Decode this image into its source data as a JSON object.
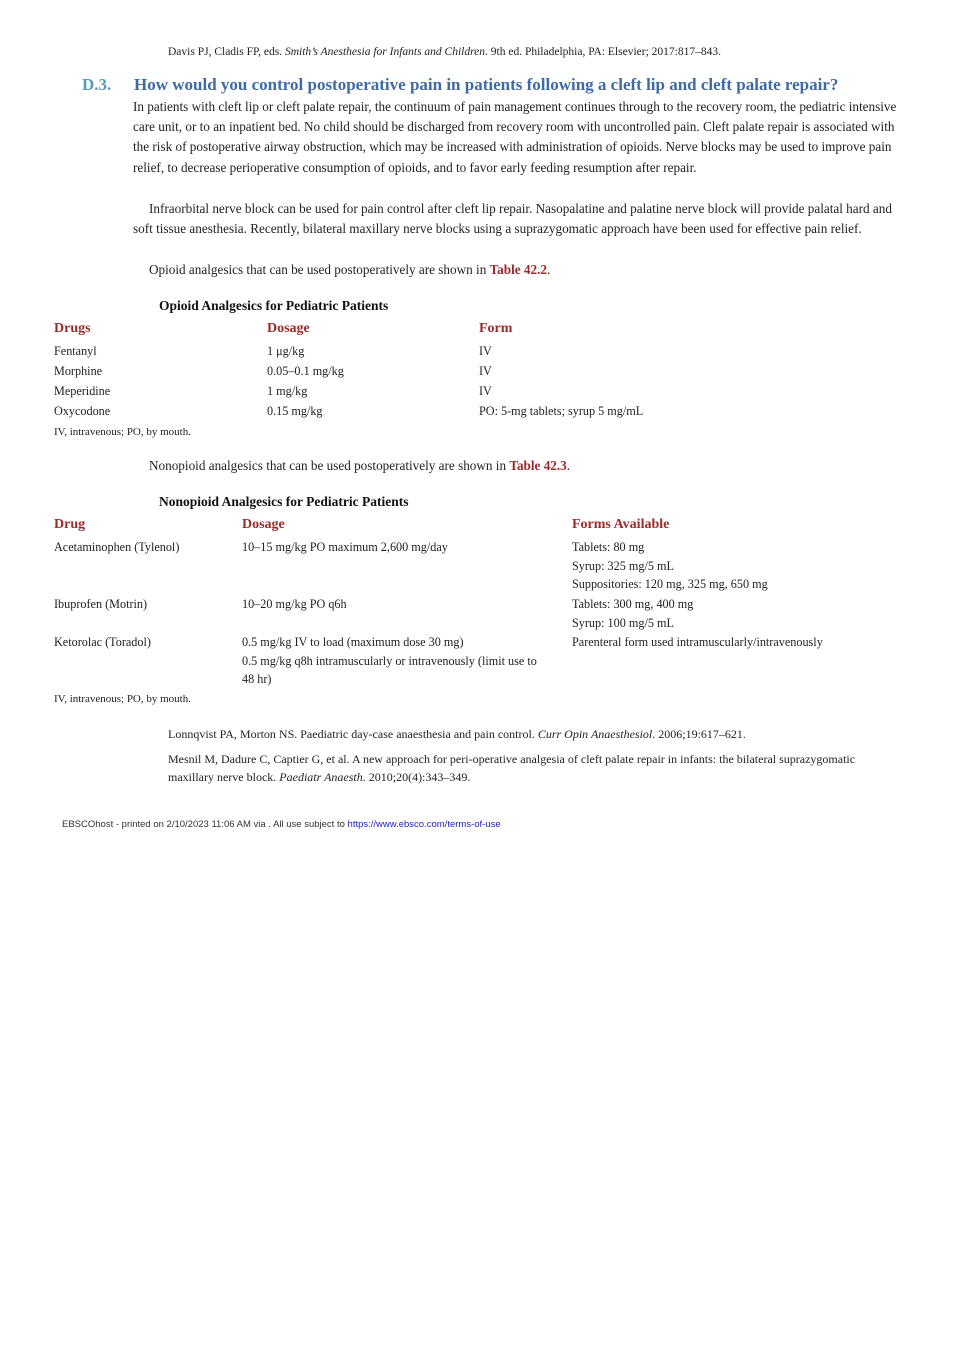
{
  "reference_top": {
    "authors": "Davis PJ, Cladis FP, eds. ",
    "title": "Smith’s Anesthesia for Infants and Children",
    "rest": ". 9th ed. Philadelphia, PA: Elsevier; 2017:817–843."
  },
  "question": {
    "number": "D.3.",
    "text": "How would you control postoperative pain in patients following a cleft lip and cleft palate repair?"
  },
  "paragraphs": {
    "p1": "In patients with cleft lip or cleft palate repair, the continuum of pain management continues through to the recovery room, the pediatric intensive care unit, or to an inpatient bed. No child should be discharged from recovery room with uncontrolled pain. Cleft palate repair is associated with the risk of postoperative airway obstruction, which may be increased with administration of opioids. Nerve blocks may be used to improve pain relief, to decrease perioperative consumption of opioids, and to favor early feeding resumption after repair.",
    "p2": "Infraorbital nerve block can be used for pain control after cleft lip repair. Nasopalatine and palatine nerve block will provide palatal hard and soft tissue anesthesia. Recently, bilateral maxillary nerve blocks using a suprazygomatic approach have been used for effective pain relief.",
    "p3_before": "Opioid analgesics that can be used postoperatively are shown in ",
    "p3_link": "Table 42.2",
    "p3_after": ".",
    "p4_before": "Nonopioid analgesics that can be used postoperatively are shown in ",
    "p4_link": "Table 42.3",
    "p4_after": "."
  },
  "table1": {
    "title": "Opioid Analgesics for Pediatric Patients",
    "headers": [
      "Drugs",
      "Dosage",
      "Form"
    ],
    "rows": [
      [
        "Fentanyl",
        "1 μg/kg",
        "IV"
      ],
      [
        "Morphine",
        "0.05–0.1 mg/kg",
        "IV"
      ],
      [
        "Meperidine",
        "1 mg/kg",
        "IV"
      ],
      [
        "Oxycodone",
        "0.15 mg/kg",
        "PO: 5-mg tablets; syrup 5 mg/mL"
      ]
    ],
    "footnote": "IV, intravenous; PO, by mouth."
  },
  "table2": {
    "title": "Nonopioid Analgesics for Pediatric Patients",
    "headers": [
      "Drug",
      "Dosage",
      "Forms Available"
    ],
    "rows": [
      {
        "drug": "Acetaminophen (Tylenol)",
        "dosage": [
          "10–15 mg/kg PO maximum 2,600 mg/day"
        ],
        "forms": [
          "Tablets: 80 mg",
          "Syrup: 325 mg/5 mL",
          "Suppositories: 120 mg, 325 mg, 650 mg"
        ]
      },
      {
        "drug": "Ibuprofen (Motrin)",
        "dosage": [
          "10–20 mg/kg PO q6h"
        ],
        "forms": [
          "Tablets: 300 mg, 400 mg",
          "Syrup: 100 mg/5 mL"
        ]
      },
      {
        "drug": "Ketorolac (Toradol)",
        "dosage": [
          "0.5 mg/kg IV to load (maximum dose 30 mg)",
          "0.5 mg/kg q8h intramuscularly or intravenously (limit use to",
          "48 hr)"
        ],
        "forms": [
          "Parenteral form used intramuscularly/intravenously"
        ]
      }
    ],
    "footnote": "IV, intravenous; PO, by mouth."
  },
  "citations": {
    "c1_text": "Lonnqvist PA, Morton NS. Paediatric day-case anaesthesia and pain control. ",
    "c1_journal": "Curr Opin Anaesthesiol",
    "c1_rest": ". 2006;19:617–621.",
    "c2_text": "Mesnil M, Dadure C, Captier G, et al. A new approach for peri-operative analgesia of cleft palate repair in infants: the bilateral suprazygomatic maxillary nerve block. ",
    "c2_journal": "Paediatr Anaesth",
    "c2_rest": ". 2010;20(4):343–349."
  },
  "footer": {
    "text": "EBSCOhost - printed on 2/10/2023 11:06 AM via . All use subject to ",
    "link": "https://www.ebsco.com/terms-of-use"
  }
}
